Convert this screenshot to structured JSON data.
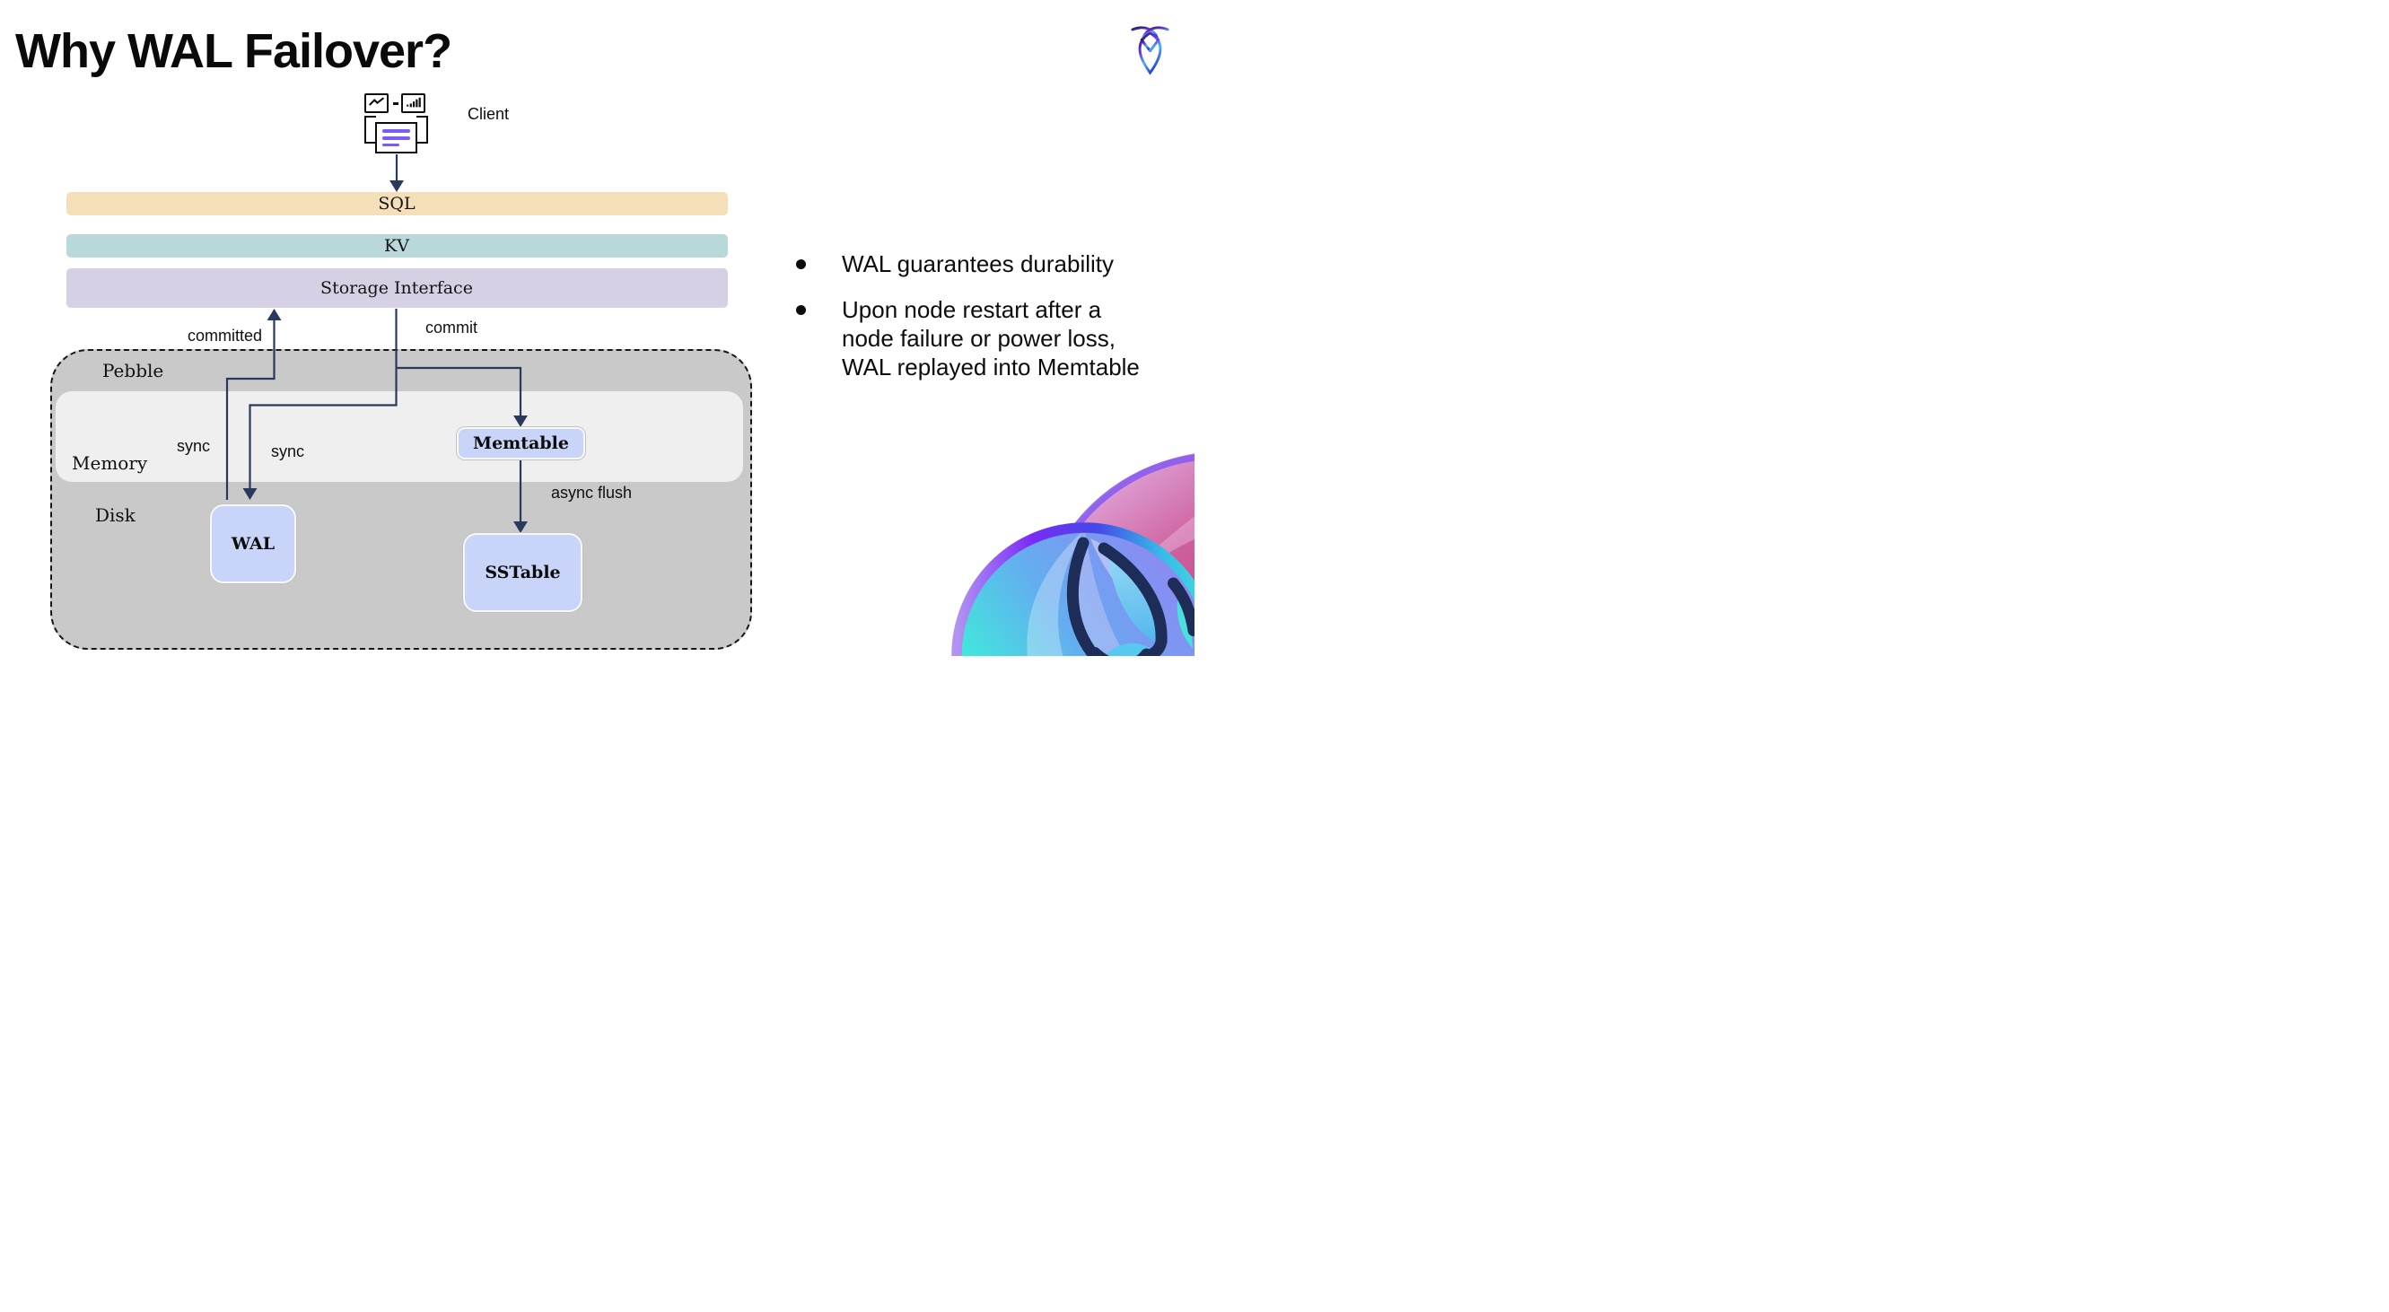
{
  "slide": {
    "title": "Why WAL Failover?",
    "background": "#ffffff"
  },
  "header": {
    "logo_icon": "cockroachdb-logo"
  },
  "client": {
    "label": "Client",
    "icon": "client-apps-icon"
  },
  "layers": [
    {
      "label": "SQL",
      "color": "#f5dfb8"
    },
    {
      "label": "KV",
      "color": "#b9d8da"
    },
    {
      "label": "Storage Interface",
      "color": "#d6d0e4"
    }
  ],
  "pebble": {
    "label": "Pebble",
    "bg": "#c9c9c9",
    "memory": {
      "label": "Memory",
      "bg": "#efefef"
    },
    "disk": {
      "label": "Disk"
    }
  },
  "nodes": {
    "wal": "WAL",
    "memtable": "Memtable",
    "sstable": "SSTable",
    "fill": "#c9d5f8"
  },
  "edges": {
    "committed": "committed",
    "commit": "commit",
    "sync_wal_up": "sync",
    "sync_wal_down": "sync",
    "async_flush": "async flush",
    "color": "#2b3a5c"
  },
  "bullets": [
    "WAL guarantees durability",
    "Upon node restart after a\nnode failure or power loss,\nWAL replayed into Memtable"
  ],
  "decor": {
    "corner_art_icon": "cockroach-brand-corner-art"
  }
}
